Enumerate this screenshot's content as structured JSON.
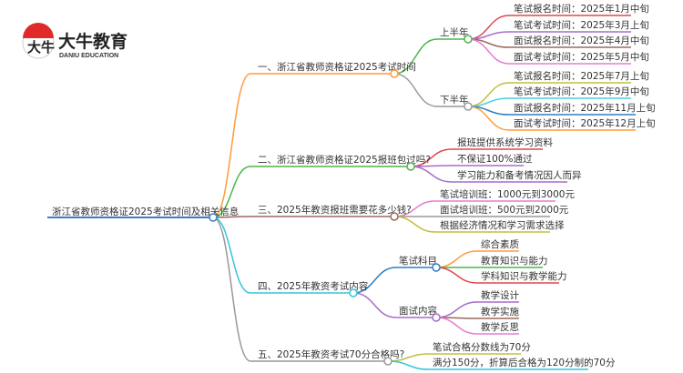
{
  "logo": {
    "name": "大牛教育",
    "subtitle": "DANIU EDUCATION",
    "mark": "大牛"
  },
  "root": {
    "label": "浙江省教师资格证2025考试时间及相关信息",
    "color": "#3a7fc1"
  },
  "branches": [
    {
      "label": "一、浙江省教师资格证2025考试时间",
      "color": "#ff9a3c",
      "children": [
        {
          "label": "上半年",
          "color": "#4cb648",
          "children": [
            {
              "label": "笔试报名时间：2025年1月中旬",
              "color": "#e0474c"
            },
            {
              "label": "笔试考试时间：2025年3月上旬",
              "color": "#a86ccd"
            },
            {
              "label": "面试报名时间：2025年4月中旬",
              "color": "#9a6a5c"
            },
            {
              "label": "面试考试时间：2025年5月中旬",
              "color": "#e87bd0"
            }
          ]
        },
        {
          "label": "下半年",
          "color": "#999999",
          "children": [
            {
              "label": "笔试报名时间：2025年7月上旬",
              "color": "#c0c03c"
            },
            {
              "label": "笔试考试时间：2025年9月中旬",
              "color": "#4dd0e1"
            },
            {
              "label": "面试报名时间：2025年11月上旬",
              "color": "#2f7fc0"
            },
            {
              "label": "面试考试时间：2025年12月上旬",
              "color": "#ff9a3c"
            }
          ]
        }
      ]
    },
    {
      "label": "二、浙江省教师资格证2025报班包过吗?",
      "color": "#4cb648",
      "children": [
        {
          "label": "报班提供系统学习资料",
          "color": "#e0474c"
        },
        {
          "label": "不保证100%通过",
          "color": "#a86ccd"
        },
        {
          "label": "学习能力和备考情况因人而异",
          "color": "#a86ccd"
        }
      ]
    },
    {
      "label": "三、2025年教资报班需要花多少钱?",
      "color": "#a0685a",
      "children": [
        {
          "label": "笔试培训班：1000元到3000元",
          "color": "#e87bd0"
        },
        {
          "label": "面试培训班：500元到2000元",
          "color": "#999999"
        },
        {
          "label": "根据经济情况和学习需求选择",
          "color": "#c0c03c"
        }
      ]
    },
    {
      "label": "四、2025年教资考试内容",
      "color": "#33c6dc",
      "children": [
        {
          "label": "笔试科目",
          "color": "#2f7fc0",
          "children": [
            {
              "label": "综合素质",
              "color": "#ff9a3c"
            },
            {
              "label": "教育知识与能力",
              "color": "#4cb648"
            },
            {
              "label": "学科知识与教学能力",
              "color": "#e0474c"
            }
          ]
        },
        {
          "label": "面试内容",
          "color": "#a86ccd",
          "children": [
            {
              "label": "教学设计",
              "color": "#a86ccd"
            },
            {
              "label": "教学实施",
              "color": "#9a6a5c"
            },
            {
              "label": "教学反思",
              "color": "#e87bd0"
            }
          ]
        }
      ]
    },
    {
      "label": "五、2025年教资考试70分合格吗?",
      "color": "#999999",
      "children": [
        {
          "label": "笔试合格分数线为70分",
          "color": "#c0c03c"
        },
        {
          "label": "满分150分，折算后合格为120分制的70分",
          "color": "#33c6dc"
        }
      ]
    }
  ]
}
